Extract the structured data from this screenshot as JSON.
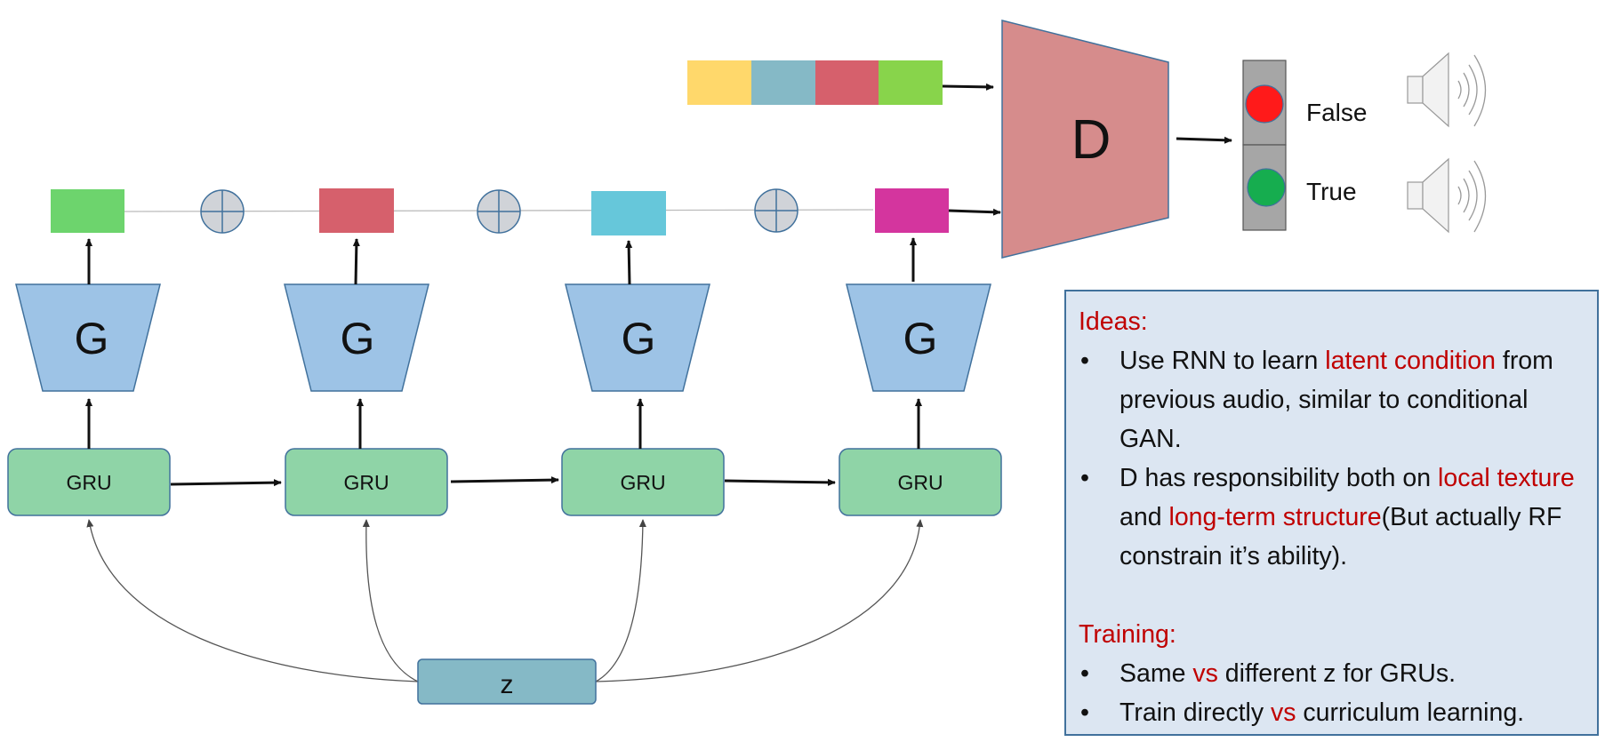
{
  "diagram": {
    "gru_label": "GRU",
    "g_label": "G",
    "d_label": "D",
    "z_label": "z",
    "false_label": "False",
    "true_label": "True",
    "colors": {
      "gru_fill": "#8fd4a7",
      "g_fill": "#9dc3e6",
      "d_fill": "#d68c8c",
      "z_fill": "#85b9c6",
      "out_green": "#6dd46d",
      "out_red": "#d6606c",
      "out_cyan": "#66c7da",
      "out_magenta": "#d4359e",
      "seq_yellow": "#ffd86b",
      "seq_teal": "#85b9c6",
      "seq_red": "#d6606c",
      "seq_green": "#88d44b",
      "light_red": "#ff1a1a",
      "light_green": "#16ad4f"
    }
  },
  "ideas": {
    "heading": "Ideas:",
    "b1_a": "Use RNN to learn ",
    "b1_b": "latent condition",
    "b1_c": " from previous audio, similar to ",
    "b1_d": "conditional GAN",
    "b1_e": ".",
    "b2_a": "D has responsibility both on ",
    "b2_b": "local texture",
    "b2_c": " and ",
    "b2_d": "long-term structure",
    "b2_e": "(But actually RF constrain it’s ability)."
  },
  "training": {
    "heading": "Training:",
    "b1_a": "Same ",
    "b1_b": "vs",
    "b1_c": " different z for GRUs.",
    "b2_a": "Train directly ",
    "b2_b": "vs",
    "b2_c": " curriculum learning."
  }
}
